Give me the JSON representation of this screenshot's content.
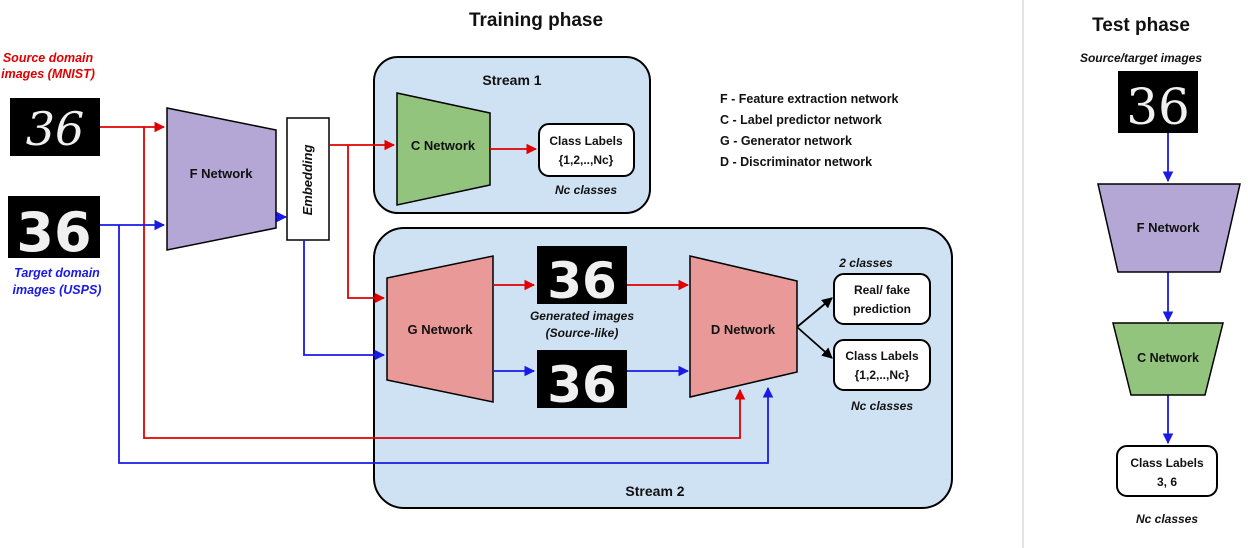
{
  "training": {
    "title": "Training phase",
    "source_label_line1": "Source domain",
    "source_label_line2": "images (MNIST)",
    "target_label_line1": "Target domain",
    "target_label_line2": "images (USPS)",
    "f_network": "F Network",
    "embedding": "Embedding",
    "stream1_title": "Stream 1",
    "c_network": "C Network",
    "class_labels_line1": "Class Labels",
    "class_labels_line2": "{1,2,..,Nc}",
    "nc_classes": "Nc classes",
    "stream2_title": "Stream 2",
    "g_network": "G Network",
    "generated_line1": "Generated images",
    "generated_line2": "(Source-like)",
    "d_network": "D Network",
    "two_classes": "2 classes",
    "realfake_line1": "Real/ fake",
    "realfake_line2": "prediction",
    "d_class_line1": "Class Labels",
    "d_class_line2": "{1,2,..,Nc}",
    "d_nc_classes": "Nc classes",
    "digits": "36"
  },
  "legend": [
    "F - Feature extraction network",
    "C - Label predictor network",
    "G - Generator network",
    "D - Discriminator network"
  ],
  "test": {
    "title": "Test phase",
    "images_label": "Source/target images",
    "f_network": "F Network",
    "c_network": "C Network",
    "labels_line1": "Class Labels",
    "labels_line2": "3, 6",
    "nc_classes": "Nc classes",
    "digits": "36"
  },
  "colors": {
    "stream_bg": "#cfe2f3",
    "f_network": "#b4a7d6",
    "c_network": "#93c47d",
    "g_d_network": "#ea9999",
    "source_arrow": "#e00000",
    "target_arrow": "#1a1ae6"
  }
}
